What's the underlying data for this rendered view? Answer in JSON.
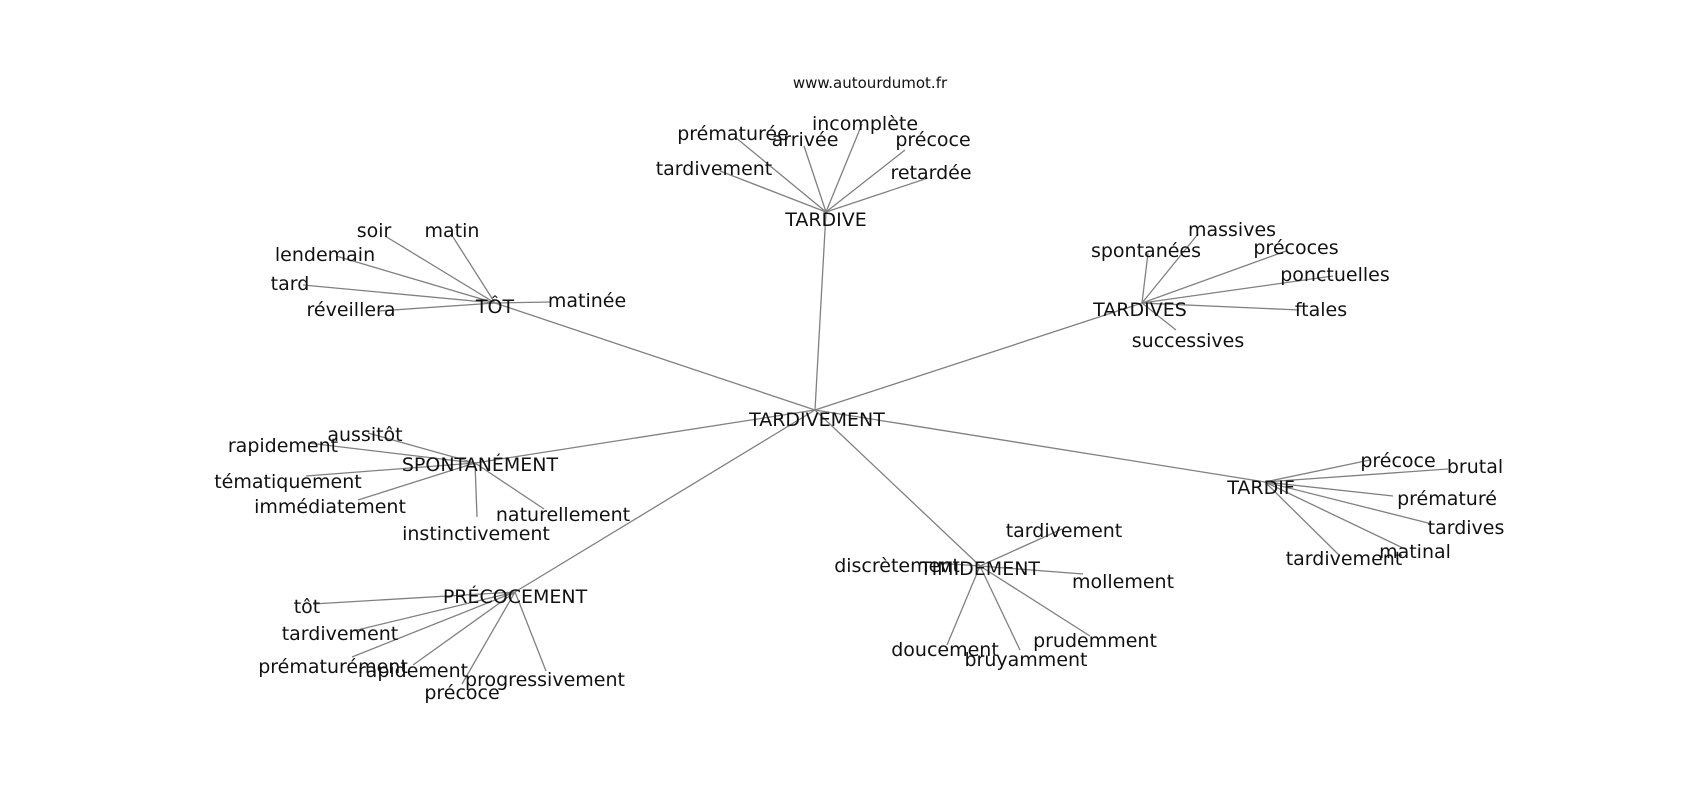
{
  "source_label": "www.autourdumot.fr",
  "graph": {
    "center": "TARDIVEMENT",
    "hubs": [
      {
        "id": "tardive",
        "label": "TARDIVE",
        "leaves": [
          "prématurée",
          "arrivée",
          "incomplète",
          "précoce",
          "retardée",
          "tardivement"
        ]
      },
      {
        "id": "tot",
        "label": "TÔT",
        "leaves": [
          "soir",
          "matin",
          "lendemain",
          "tard",
          "réveillera",
          "matinée"
        ]
      },
      {
        "id": "tardives",
        "label": "TARDIVES",
        "leaves": [
          "massives",
          "spontanées",
          "précoces",
          "ponctuelles",
          "ftales",
          "successives"
        ]
      },
      {
        "id": "spontanement",
        "label": "SPONTANÉMENT",
        "leaves": [
          "aussitôt",
          "rapidement",
          "tématiquement",
          "immédiatement",
          "instinctivement",
          "naturellement"
        ]
      },
      {
        "id": "tardif",
        "label": "TARDIF",
        "leaves": [
          "précoce",
          "brutal",
          "prématuré",
          "tardives",
          "matinal",
          "tardivement"
        ]
      },
      {
        "id": "timidement",
        "label": "TIMIDEMENT",
        "leaves": [
          "tardivement",
          "discrètement",
          "mollement",
          "prudemment",
          "bruyamment",
          "doucement"
        ]
      },
      {
        "id": "precocement",
        "label": "PRÉCOCEMENT",
        "leaves": [
          "tôt",
          "tardivement",
          "prématurément",
          "rapidement",
          "précoce",
          "progressivement"
        ]
      }
    ]
  }
}
